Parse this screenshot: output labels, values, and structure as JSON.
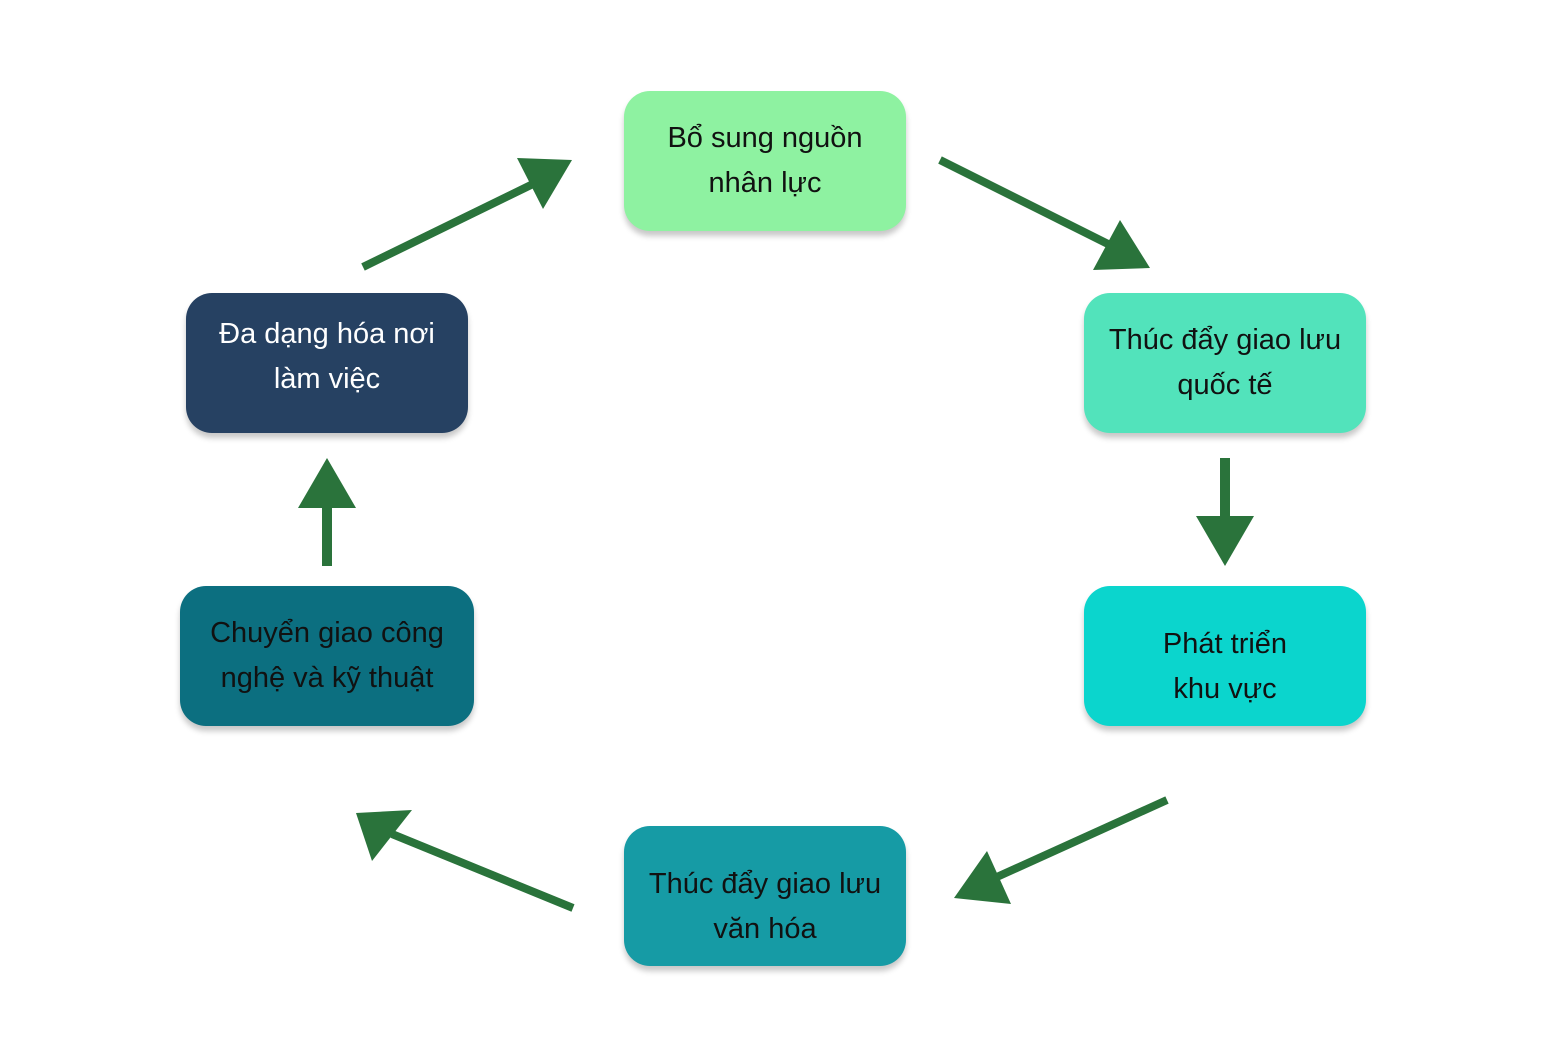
{
  "nodes": [
    {
      "lines": [
        "Bổ sung nguồn",
        "nhân lực"
      ],
      "color": "#8ef2a1",
      "text_color": "#111111"
    },
    {
      "lines": [
        "Thúc đẩy giao lưu",
        "quốc tế"
      ],
      "color": "#52e3bb",
      "text_color": "#111111"
    },
    {
      "lines": [
        "Phát triển",
        "khu vực"
      ],
      "color": "#0bd5cd",
      "text_color": "#111111"
    },
    {
      "lines": [
        "Thúc đẩy giao lưu",
        "văn hóa"
      ],
      "color": "#169ba5",
      "text_color": "#111111"
    },
    {
      "lines": [
        "Chuyển giao công",
        "nghệ và kỹ thuật"
      ],
      "color": "#0c6f80",
      "text_color": "#111111"
    },
    {
      "lines": [
        "Đa dạng hóa nơi",
        "làm việc"
      ],
      "color": "#264162",
      "text_color": "#ffffff"
    }
  ],
  "arrow_color": "#2a733b"
}
